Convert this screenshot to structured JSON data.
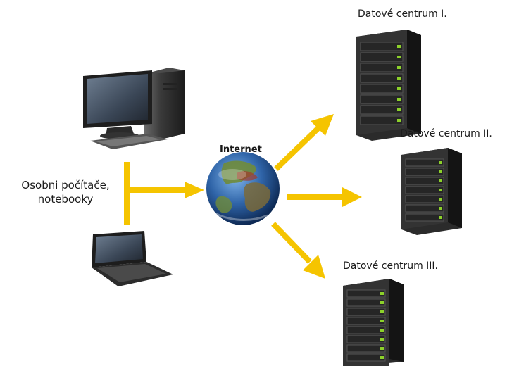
{
  "labels": {
    "dc1": "Datové centrum I.",
    "dc2": "Datové centrum II.",
    "dc3": "Datové centrum III.",
    "internet": "Internet",
    "pcs_line1": "Osobni počítače,",
    "pcs_line2": "notebooky"
  },
  "icons": {
    "desktop": "desktop-computer-icon",
    "laptop": "laptop-icon",
    "globe": "globe-icon",
    "server": "server-tower-icon"
  },
  "colors": {
    "arrow": "#f5c400",
    "server_body": "#2b2b2b",
    "server_led": "#8cd12a",
    "screen": "#3e4d60",
    "globe_ocean": "#2f64a8",
    "globe_land": "#6f8b3a"
  }
}
